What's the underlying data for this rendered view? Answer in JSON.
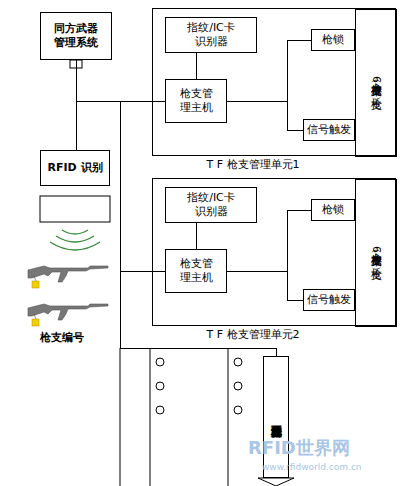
{
  "diagram": {
    "nodes": [
      {
        "text": [
          "同方武器管理系统"
        ]
      },
      {
        "text": [
          "T F 枪支管理单元1"
        ]
      },
      {
        "text": [
          "指纹/IC卡识别器"
        ],
        "in": 1
      },
      {
        "text": [
          "枪支管理主机"
        ],
        "in": 1
      },
      {
        "text": [
          "枪锁"
        ],
        "in": 1
      },
      {
        "text": [
          "信号触发"
        ],
        "in": 1
      },
      {
        "text": [
          "枪支存放架（64支枪）"
        ],
        "in": 1
      },
      {
        "text": [
          "RFID 识别"
        ]
      },
      {
        "text": [
          "T F 枪支管理单元2"
        ]
      },
      {
        "text": [
          "指纹/IC卡识别器"
        ],
        "in": 8
      },
      {
        "text": [
          "枪支管理主机"
        ],
        "in": 8
      },
      {
        "text": [
          "枪锁"
        ],
        "in": 8
      },
      {
        "text": [
          "信号触发"
        ],
        "in": 8
      },
      {
        "text": [
          "枪支存放架（64支枪）"
        ],
        "in": 8
      },
      {
        "text": [
          "更多枪支管理单元"
        ]
      }
    ],
    "edges": [
      {
        "from": 0,
        "to": 7,
        "arrow": "none"
      },
      {
        "from": 0,
        "to": 3,
        "arrow": "none"
      },
      {
        "from": 0,
        "to": 10,
        "arrow": "none"
      },
      {
        "from": 0,
        "to": 14,
        "arrow": "none"
      },
      {
        "from": 3,
        "to": 2,
        "arrow": "none"
      },
      {
        "from": 3,
        "to": 4,
        "arrow": "none"
      },
      {
        "from": 3,
        "to": 5,
        "arrow": "none"
      },
      {
        "from": 10,
        "to": 9,
        "arrow": "none"
      },
      {
        "from": 10,
        "to": 11,
        "arrow": "none"
      },
      {
        "from": 10,
        "to": 12,
        "arrow": "none"
      }
    ],
    "labels": [
      "枪支编号",
      "RFID世界网",
      "www.rfidworld.com.cn"
    ]
  }
}
